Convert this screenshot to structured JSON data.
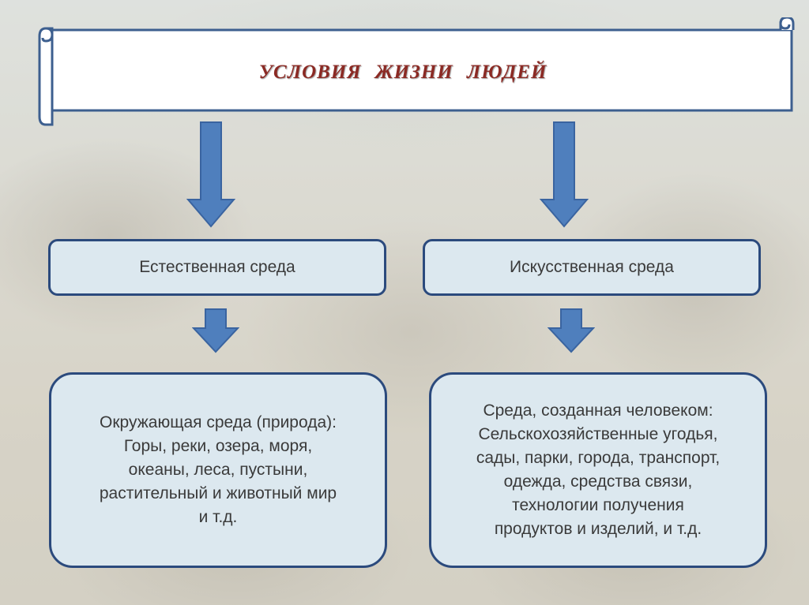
{
  "title": "УСЛОВИЯ  ЖИЗНИ  ЛЮДЕЙ",
  "left": {
    "category": "Естественная среда",
    "lines": [
      "Окружающая среда (природа):",
      "Горы, реки, озера, моря,",
      "океаны, леса, пустыни,",
      "растительный и животный мир",
      "и т.д."
    ]
  },
  "right": {
    "category": "Искусственная среда",
    "lines": [
      "Среда, созданная человеком:",
      "Сельскохозяйственные угодья,",
      "сады, парки, города, транспорт,",
      "одежда, средства связи,",
      "технологии получения",
      "продуктов и изделий, и т.д."
    ]
  },
  "colors": {
    "title_text": "#8b2a24",
    "box_border": "#2b4a7d",
    "box_fill": "#dce8ef",
    "arrow_fill": "#4f7fbd",
    "arrow_stroke": "#3a64a0"
  }
}
